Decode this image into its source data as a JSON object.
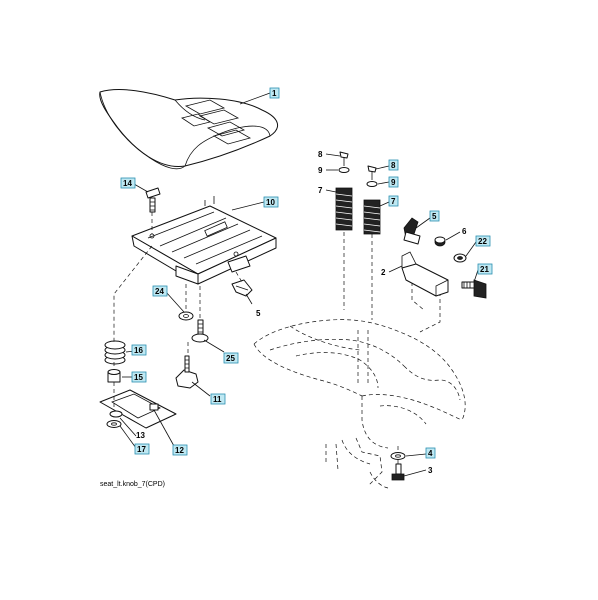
{
  "caption": "seat_lt.knob_7(CPD)",
  "callouts": {
    "c1": "1",
    "c2": "2",
    "c3": "3",
    "c4": "4",
    "c5a": "5",
    "c5b": "5",
    "c6": "6",
    "c7a": "7",
    "c7b": "7",
    "c8a": "8",
    "c8b": "8",
    "c9a": "9",
    "c9b": "9",
    "c10": "10",
    "c11": "11",
    "c12": "12",
    "c13": "13",
    "c14": "14",
    "c15": "15",
    "c16": "16",
    "c17": "17",
    "c21": "21",
    "c22": "22",
    "c24": "24",
    "c25": "25"
  },
  "colors": {
    "callout_fill": "#bfe8f2",
    "callout_stroke": "#2a8fb0",
    "line": "#111111"
  }
}
